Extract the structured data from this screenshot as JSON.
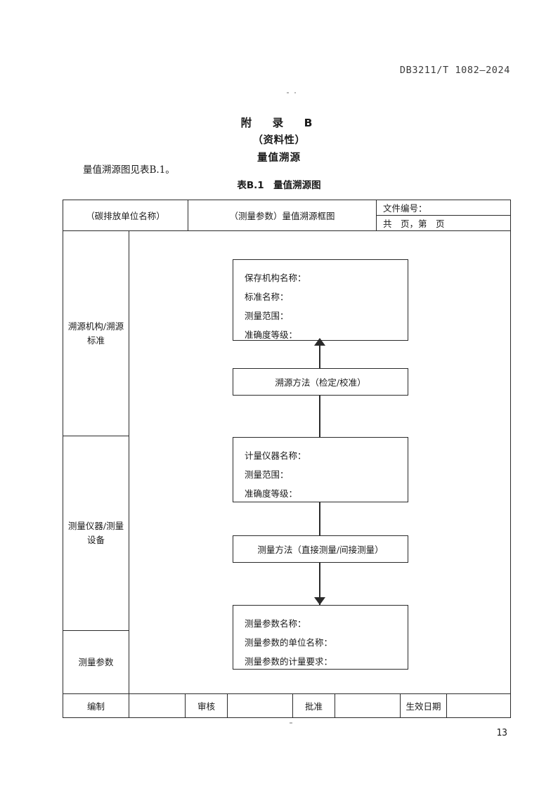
{
  "document": {
    "header_code": "DB3211/T 1082—2024",
    "page_number": "13"
  },
  "annex": {
    "line1": "附　录　B",
    "line2": "（资料性）",
    "line3": "量值溯源"
  },
  "intro": {
    "text": "量值溯源图见表B.1。"
  },
  "table_caption": {
    "text": "表B.1　量值溯源图"
  },
  "table_header": {
    "unit_name": "（碳排放单位名称）",
    "diagram_title": "（测量参数）量值溯源框图",
    "doc_number_label": "文件编号：",
    "page_count_label": "共　页，第　页"
  },
  "stages": [
    {
      "label": "溯源机构/溯源标准"
    },
    {
      "label": "测量仪器/测量设备"
    },
    {
      "label": "测量参数"
    }
  ],
  "flow": {
    "box_standard": {
      "lines": [
        "保存机构名称：",
        "标准名称：",
        "测量范围：",
        "准确度等级："
      ]
    },
    "box_trace_method": {
      "text": "溯源方法（检定/校准）"
    },
    "box_instrument": {
      "lines": [
        "计量仪器名称：",
        "测量范围：",
        "准确度等级："
      ]
    },
    "box_measure_method": {
      "text": "测量方法（直接测量/间接测量）"
    },
    "box_parameter": {
      "lines": [
        "测量参数名称：",
        "测量参数的单位名称：",
        "测量参数的计量要求："
      ]
    }
  },
  "footer": {
    "prepared_label": "编制",
    "prepared_value": "",
    "reviewed_label": "审核",
    "reviewed_value": "",
    "approved_label": "批准",
    "approved_value": "",
    "effective_date_label": "生效日期",
    "effective_date_value": ""
  },
  "colors": {
    "rule": "#2a2a2a",
    "text": "#1a1a1a",
    "header_text": "#3a3a3a",
    "paper": "#ffffff"
  }
}
